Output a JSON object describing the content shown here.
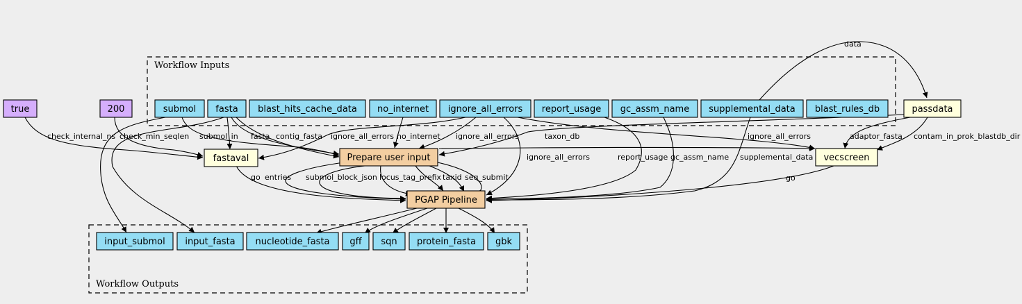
{
  "clusters": {
    "inputs": "Workflow Inputs",
    "outputs": "Workflow Outputs"
  },
  "colors": {
    "background": "#eeeeee",
    "io_node": "#94ddf4",
    "step_node": "#ffffdd",
    "main_node": "#f3cea1",
    "constant_node": "#d5aefc"
  },
  "nodes": {
    "true": "true",
    "c200": "200",
    "submol": "submol",
    "fasta": "fasta",
    "blast_hits_cache_data": "blast_hits_cache_data",
    "no_internet": "no_internet",
    "ignore_all_errors": "ignore_all_errors",
    "report_usage": "report_usage",
    "gc_assm_name": "gc_assm_name",
    "supplemental_data": "supplemental_data",
    "blast_rules_db": "blast_rules_db",
    "passdata": "passdata",
    "fastaval": "fastaval",
    "prepare": "Prepare user input",
    "vecscreen": "vecscreen",
    "pgap": "PGAP Pipeline",
    "input_submol": "input_submol",
    "input_fasta": "input_fasta",
    "nucleotide_fasta": "nucleotide_fasta",
    "gff": "gff",
    "sqn": "sqn",
    "protein_fasta": "protein_fasta",
    "gbk": "gbk"
  },
  "edge_labels": {
    "data": "data",
    "check_internal_ns": "check_internal_ns",
    "check_min_seqlen": "check_min_seqlen",
    "submol_in": "submol_in",
    "fasta": "fasta",
    "contig_fasta": "contig_fasta",
    "ignore_all_errors_a": "ignore_all_errors",
    "no_internet": "no_internet",
    "ignore_all_errors_b": "ignore_all_errors",
    "taxon_db": "taxon_db",
    "ignore_all_errors_c": "ignore_all_errors",
    "adaptor_fasta": "adaptor_fasta",
    "contam_in_prok_blastdb_dir": "contam_in_prok_blastdb_dir",
    "ignore_all_errors_d": "ignore_all_errors",
    "report_usage": "report_usage",
    "gc_assm_name": "gc_assm_name",
    "supplemental_data": "supplemental_data",
    "go_a": "go",
    "entries": "entries",
    "submol_block_json": "submol_block_json",
    "locus_tag_prefix": "locus_tag_prefix",
    "taxid": "taxid",
    "seq_submit": "seq_submit",
    "go_b": "go"
  }
}
